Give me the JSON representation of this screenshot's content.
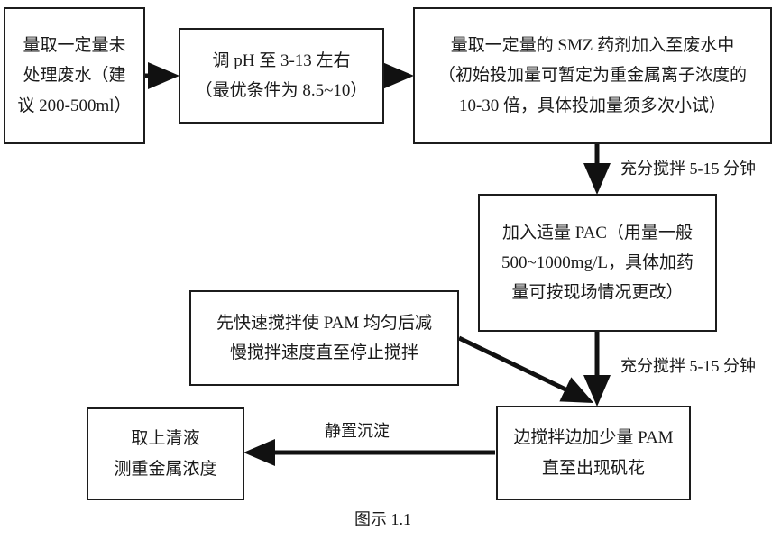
{
  "figure": {
    "caption": "图示 1.1",
    "type": "process-flowchart",
    "stroke_color": "#1c1c1c",
    "background_color": "#ffffff",
    "text_color": "#1a1a1a"
  },
  "nodes": [
    {
      "id": "measure-wastewater",
      "lines": [
        "量取一定量未",
        "处理废水（建",
        "议 200-500ml）"
      ]
    },
    {
      "id": "adjust-ph",
      "lines": [
        "调 pH 至 3-13 左右",
        "（最优条件为 8.5~10）"
      ]
    },
    {
      "id": "add-smz",
      "lines": [
        "量取一定量的 SMZ 药剂加入至废水中",
        "（初始投加量可暂定为重金属离子浓度的",
        "10-30 倍，具体投加量须多次小试）"
      ]
    },
    {
      "id": "add-pac",
      "lines": [
        "加入适量 PAC（用量一般",
        "500~1000mg/L，具体加药",
        "量可按现场情况更改）"
      ]
    },
    {
      "id": "stir-pam-note",
      "lines": [
        "先快速搅拌使 PAM 均匀后减",
        "慢搅拌速度直至停止搅拌"
      ]
    },
    {
      "id": "add-pam",
      "lines": [
        "边搅拌边加少量 PAM",
        "直至出现矾花"
      ]
    },
    {
      "id": "take-supernatant",
      "lines": [
        "取上清液",
        "测重金属浓度"
      ]
    }
  ],
  "edge_labels": [
    {
      "id": "stir-label-1",
      "text": "充分搅拌 5-15 分钟"
    },
    {
      "id": "stir-label-2",
      "text": "充分搅拌 5-15 分钟"
    },
    {
      "id": "settle-label",
      "text": "静置沉淀"
    }
  ]
}
